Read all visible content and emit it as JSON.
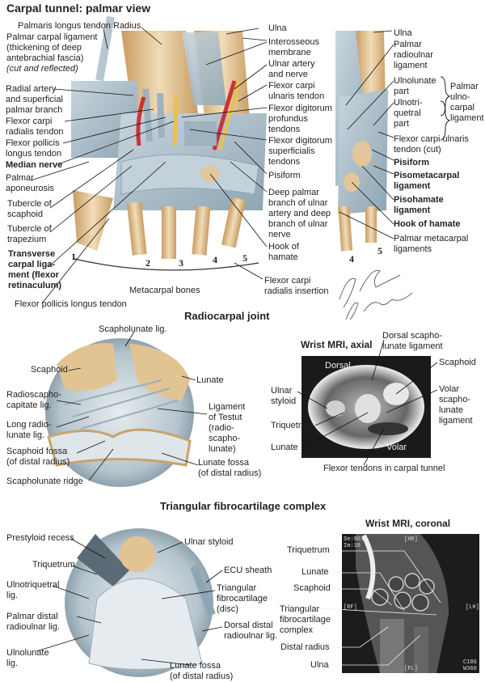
{
  "carpal": {
    "title": "Carpal tunnel: palmar view",
    "palmaris": "Palmaris longus tendon",
    "radius": "Radius",
    "palmar_carpal": "Palmar carpal ligament\n(thickening of deep\nantebrachial fascia)",
    "cut_reflected": "(cut and reflected)",
    "radial_artery": "Radial artery\nand superficial\npalmar branch",
    "fcr": "Flexor carpi\nradialis tendon",
    "fpl": "Flexor pollicis\nlongus tendon",
    "median": "Median nerve",
    "aponeurosis": "Palmar\naponeurosis",
    "tub_scaphoid": "Tubercle of\nscaphoid",
    "tub_trapezium": "Tubercle of\ntrapezium",
    "transverse": "Transverse\ncarpal liga-\nment (flexor\nretinaculum)",
    "numbers": [
      "1",
      "2",
      "3",
      "4",
      "5"
    ],
    "metacarpal": "Metacarpal bones",
    "fpl_bottom": "Flexor pollicis longus tendon",
    "ulna": "Ulna",
    "interosseous": "Interosseous\nmembrane",
    "ulnar_artery": "Ulnar artery\nand nerve",
    "fcu": "Flexor carpi\nulnaris tendon",
    "fdp": "Flexor digitorum\nprofundus\ntendons",
    "fds": "Flexor digitorum\nsuperficialis\ntendons",
    "pisiform": "Pisiform",
    "deep_palmar": "Deep palmar\nbranch of ulnar\nartery and deep\nbranch of ulnar\nnerve",
    "hook": "Hook of\nhamate",
    "fcr_insertion": "Flexor carpi\nradialis insertion"
  },
  "side": {
    "ulna": "Ulna",
    "radioulnar": "Palmar\nradioulnar\nligament",
    "ulnolunate": "Ulnolunate\npart",
    "ulnotriquetral": "Ulnotri-\nquetral\npart",
    "ulnocarpal": "Palmar\nulno-\ncarpal\nligament",
    "fcu_cut": "Flexor carpi ulnaris\ntendon (cut)",
    "pisiform": "Pisiform",
    "pisometacarpal": "Pisometacarpal\nligament",
    "pisohamate": "Pisohamate\nligament",
    "hook": "Hook of hamate",
    "palmar_metacarpal": "Palmar metacarpal\nligaments",
    "numbers": [
      "4",
      "5"
    ]
  },
  "signature": "F. Netter M.D. / K. Marzen",
  "radiocarpal": {
    "title": "Radiocarpal joint",
    "scapholunate": "Scapholunate lig.",
    "scaphoid": "Scaphoid",
    "lunate": "Lunate",
    "rsc": "Radioscapho-\ncapitate lig.",
    "lrl": "Long radio-\nlunate lig.",
    "scaphoid_fossa": "Scaphoid fossa\n(of distal radius)",
    "ridge": "Scapholunate ridge",
    "testut": "Ligament\nof Testut\n(radio-\nscapho-\nlunate)",
    "lunate_fossa": "Lunate fossa\n(of distal radius)"
  },
  "mri_axial": {
    "title": "Wrist MRI, axial",
    "dorsal_sl": "Dorsal scapho-\nlunate ligament",
    "scaphoid": "Scaphoid",
    "volar_sl": "Volar\nscapho-\nlunate\nligament",
    "ulnar_styloid": "Ulnar\nstyloid",
    "triquetrum": "Triquetrum",
    "lunate": "Lunate",
    "dorsal": "Dorsal",
    "volar": "Volar",
    "flexor": "Flexor tendons in carpal tunnel"
  },
  "tfcc": {
    "title": "Triangular fibrocartilage complex",
    "prestyloid": "Prestyloid recess",
    "ulnar_styloid": "Ulnar styloid",
    "triquetrum": "Triquetrum",
    "ecu": "ECU sheath",
    "ulnotriquetral": "Ulnotriquetral\nlig.",
    "disc": "Triangular\nfibrocartilage\n(disc)",
    "palmar_druj": "Palmar distal\nradioulnar lig.",
    "dorsal_druj": "Dorsal distal\nradioulnar lig.",
    "ulnolunate": "Ulnolunate\nlig.",
    "lunate_fossa": "Lunate fossa\n(of distal radius)"
  },
  "mri_coronal": {
    "title": "Wrist MRI, coronal",
    "triquetrum": "Triquetrum",
    "lunate": "Lunate",
    "scaphoid": "Scaphoid",
    "tfcc": "Triangular\nfibrocartilage\ncomplex",
    "distal_radius": "Distal radius",
    "ulna": "Ulna",
    "overlay": {
      "series": "Se:801\nIm:18",
      "top": "[HR]",
      "left": "[RF]",
      "right": "[LH]",
      "bottom": "[FL]",
      "window": "C186\nW360"
    }
  },
  "colors": {
    "bone": "#dcb98a",
    "ligament": "#a9bcc8",
    "artery": "#c9333a",
    "nerve": "#e8c24a",
    "mri_bg": "#1a1a1a"
  }
}
